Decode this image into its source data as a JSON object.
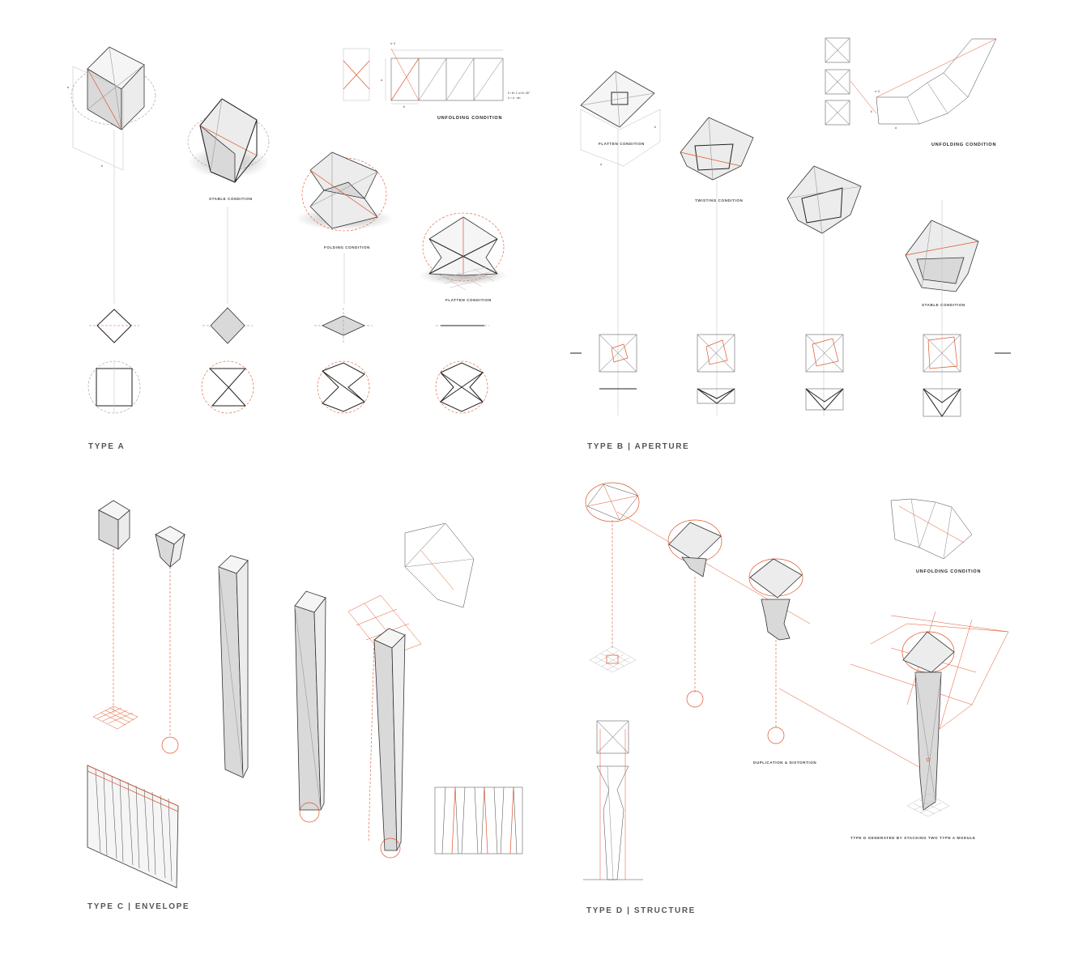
{
  "sections": {
    "type_a": "TYPE A",
    "type_b": "TYPE B  |  APERTURE",
    "type_c": "TYPE C  |  ENVELOPE",
    "type_d": "TYPE D  |  STRUCTURE"
  },
  "labels": {
    "a_stable": "STABLE CONDITION",
    "a_folding": "FOLDING CONDITION",
    "a_flatten": "FLATTEN CONDITION",
    "a_unfolding": "UNFOLDING CONDITION",
    "b_flatten": "FLATTEN CONDITION",
    "b_twisting": "TWISTING CONDITION",
    "b_stable": "STABLE CONDITION",
    "b_unfolding": "UNFOLDING CONDITION",
    "d_unfolding": "UNFOLDING CONDITION",
    "d_duplication": "DUPLICATION & DISTORTION",
    "d_generated": "TYPE D GENERATED BY STACKING TWO TYPE A MODULE"
  },
  "annotations": {
    "a_axis_a": "a",
    "a_axis_b": "b",
    "a_unfold_a": "a",
    "a_unfold_b": "b",
    "a_unfold_top": "n· δ",
    "a_formula_1": "δ / θ= 1  or  δ= 45°",
    "a_formula_2": "n = a · sin",
    "b_axis_a": "a",
    "b_axis_b": "b",
    "b_unfold_top": "n· δ",
    "b_unfold_a": "a",
    "b_unfold_b": "b"
  },
  "colors": {
    "accent": "#e0542a",
    "line": "#222222",
    "guide": "#999999",
    "title": "#555555"
  }
}
